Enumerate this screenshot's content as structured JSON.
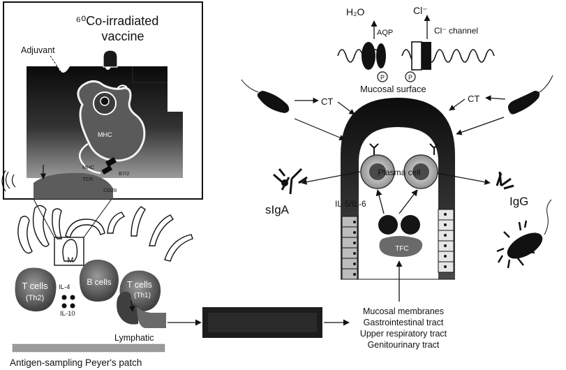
{
  "labels": {
    "vaccine_line1": "⁶⁰Co-irradiated",
    "vaccine_line2": "vaccine",
    "adjuvant": "Adjuvant",
    "mhc": "MHC",
    "mhc_small": "MHC",
    "tcr": "TCR",
    "b72": "B7/2",
    "cd28": "CD28",
    "m_cell": "M",
    "t_cells_left_line1": "T cells",
    "t_cells_left_line2": "(Th2)",
    "b_cells": "B cells",
    "t_cells_right_line1": "T cells",
    "t_cells_right_line2": "(Th1)",
    "il4": "IL-4",
    "il10": "IL-10",
    "lymphatic": "Lymphatic",
    "peyers_patch": "Antigen-sampling Peyer's patch",
    "h2o": "H₂O",
    "cl": "Cl⁻",
    "aqp": "AQP",
    "cl_channel": "Cl⁻ channel",
    "phospho_1": "P",
    "phospho_2": "P",
    "mucosal_surface": "Mucosal surface",
    "ct_left": "CT",
    "ct_right": "CT",
    "plasma_cell": "Plasma cell",
    "il5_il6": "IL-5/IL-6",
    "tfc": "TFC",
    "siga": "sIgA",
    "igg": "IgG",
    "mucosal_list": [
      "Mucosal membranes",
      "Gastrointestinal tract",
      "Upper respiratory tract",
      "Genitourinary tract"
    ]
  }
}
